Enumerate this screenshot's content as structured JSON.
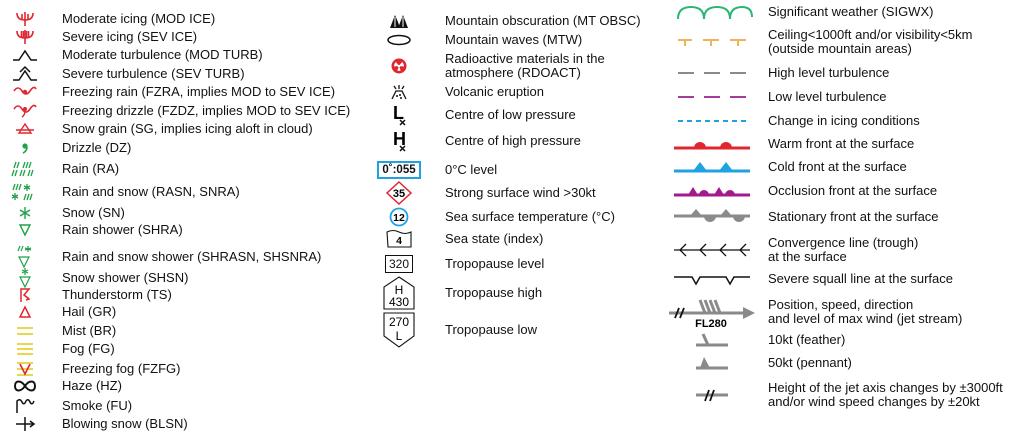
{
  "col1": [
    {
      "label": "Moderate icing (MOD ICE)",
      "icon": "moderate-icing-icon"
    },
    {
      "label": "Severe icing (SEV ICE)",
      "icon": "severe-icing-icon"
    },
    {
      "label": "Moderate turbulence (MOD TURB)",
      "icon": "moderate-turbulence-icon"
    },
    {
      "label": "Severe turbulence (SEV TURB)",
      "icon": "severe-turbulence-icon"
    },
    {
      "label": "Freezing rain (FZRA, implies MOD to SEV ICE)",
      "icon": "freezing-rain-icon"
    },
    {
      "label": "Freezing drizzle (FZDZ, implies MOD to SEV ICE)",
      "icon": "freezing-drizzle-icon"
    },
    {
      "label": "Snow grain (SG, implies icing aloft in cloud)",
      "icon": "snow-grain-icon"
    },
    {
      "label": "Drizzle (DZ)",
      "icon": "drizzle-icon"
    },
    {
      "label": "Rain (RA)",
      "icon": "rain-icon"
    },
    {
      "label": "Rain and snow (RASN, SNRA)",
      "icon": "rain-and-snow-icon"
    },
    {
      "label": "Snow (SN)",
      "icon": "snow-icon"
    },
    {
      "label": "Rain shower (SHRA)",
      "icon": "rain-shower-icon"
    },
    {
      "label": "Rain and snow shower (SHRASN, SHSNRA)",
      "icon": "rain-snow-shower-icon"
    },
    {
      "label": "Snow shower (SHSN)",
      "icon": "snow-shower-icon"
    },
    {
      "label": "Thunderstorm (TS)",
      "icon": "thunderstorm-icon"
    },
    {
      "label": "Hail (GR)",
      "icon": "hail-icon"
    },
    {
      "label": "Mist (BR)",
      "icon": "mist-icon"
    },
    {
      "label": "Fog (FG)",
      "icon": "fog-icon"
    },
    {
      "label": "Freezing fog (FZFG)",
      "icon": "freezing-fog-icon"
    },
    {
      "label": "Haze (HZ)",
      "icon": "haze-icon"
    },
    {
      "label": "Smoke (FU)",
      "icon": "smoke-icon"
    },
    {
      "label": "Blowing snow (BLSN)",
      "icon": "blowing-snow-icon"
    }
  ],
  "col2": [
    {
      "label": "Mountain obscuration (MT OBSC)",
      "icon": "mountain-obscuration-icon"
    },
    {
      "label": "Mountain waves (MTW)",
      "icon": "mountain-waves-icon"
    },
    {
      "label": "Radioactive materials in the",
      "label2": "atmosphere (RDOACT)",
      "icon": "radioactive-icon"
    },
    {
      "label": "Volcanic eruption",
      "icon": "volcanic-eruption-icon"
    },
    {
      "label": "Centre of low pressure",
      "icon": "low-pressure-icon",
      "glyph": "L"
    },
    {
      "label": "Centre of high pressure",
      "icon": "high-pressure-icon",
      "glyph": "H"
    },
    {
      "label": "0°C level",
      "icon": "freezing-level-icon",
      "value": "0˚:055"
    },
    {
      "label": "Strong surface wind >30kt",
      "icon": "strong-wind-icon",
      "value": "35"
    },
    {
      "label": "Sea surface temperature (°C)",
      "icon": "sea-temperature-icon",
      "value": "12"
    },
    {
      "label": "Sea state (index)",
      "icon": "sea-state-icon",
      "value": "4"
    },
    {
      "label": "Tropopause level",
      "icon": "tropopause-level-icon",
      "value": "320"
    },
    {
      "label": "Tropopause high",
      "icon": "tropopause-high-icon",
      "value": "430",
      "glyph": "H"
    },
    {
      "label": "Tropopause low",
      "icon": "tropopause-low-icon",
      "value": "270",
      "glyph": "L"
    }
  ],
  "col3": [
    {
      "label": "Significant weather (SIGWX)",
      "icon": "sigwx-boundary-icon"
    },
    {
      "label": "Ceiling<1000ft and/or visibility<5km",
      "label2": "(outside mountain areas)",
      "icon": "ceiling-visibility-icon"
    },
    {
      "label": "High level turbulence",
      "icon": "high-turbulence-line-icon"
    },
    {
      "label": "Low level turbulence",
      "icon": "low-turbulence-line-icon"
    },
    {
      "label": "Change in icing conditions",
      "icon": "icing-change-line-icon"
    },
    {
      "label": "Warm front at the surface",
      "icon": "warm-front-icon"
    },
    {
      "label": "Cold front at the surface",
      "icon": "cold-front-icon"
    },
    {
      "label": "Occlusion front at the surface",
      "icon": "occlusion-front-icon"
    },
    {
      "label": "Stationary front at the surface",
      "icon": "stationary-front-icon"
    },
    {
      "label": "Convergence line (trough)",
      "label2": "at the surface",
      "icon": "convergence-line-icon"
    },
    {
      "label": "Severe squall line at the surface",
      "icon": "squall-line-icon"
    },
    {
      "label": "Position, speed, direction",
      "label2": "and level of max wind (jet stream)",
      "icon": "jet-stream-icon",
      "value": "FL280"
    },
    {
      "label": "10kt (feather)",
      "icon": "feather-icon"
    },
    {
      "label": "50kt (pennant)",
      "icon": "pennant-icon"
    },
    {
      "label": "Height of the jet axis changes by ±3000ft",
      "label2": "and/or wind speed changes by ±20kt",
      "icon": "jet-change-icon"
    }
  ],
  "colors": {
    "icing": "#e0262e",
    "snow": "#1fa24a",
    "fog": "#e8d84a",
    "cold": "#1fa3e0",
    "occlusion": "#a31a8c",
    "stationary": "#8a8a8a",
    "sigwx": "#2bb673",
    "ceiling": "#f0b25a",
    "lowturb": "#a43b9d",
    "icingchange": "#1fa3d8"
  }
}
